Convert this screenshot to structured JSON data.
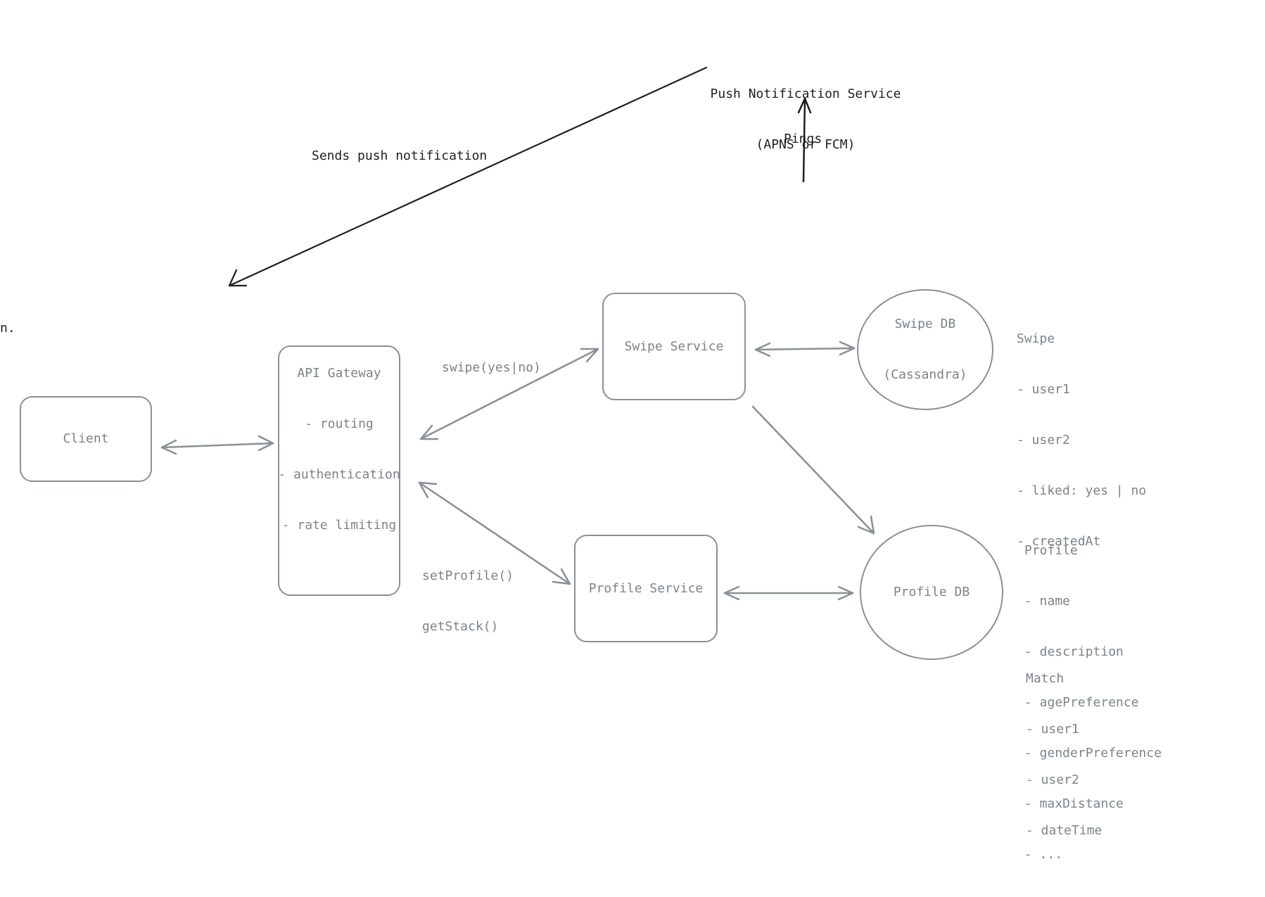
{
  "nodes": {
    "client": "Client",
    "api_gateway": {
      "title": "API Gateway",
      "lines": [
        "- routing",
        "- authentication",
        "- rate limiting"
      ]
    },
    "swipe_service": "Swipe Service",
    "profile_service": "Profile Service",
    "swipe_db": {
      "title": "Swipe DB",
      "subtitle": "(Cassandra)"
    },
    "profile_db": "Profile DB",
    "push_service": {
      "title": "Push Notification Service",
      "subtitle": "(APNS or FCM)"
    }
  },
  "edge_labels": {
    "swipe": "swipe(yes|no)",
    "profile_calls": [
      "setProfile()",
      "getStack()"
    ],
    "pings": "Pings",
    "sends_push": "Sends push notification"
  },
  "schemas": {
    "swipe": {
      "title": "Swipe",
      "fields": [
        "- user1",
        "- user2",
        "- liked: yes | no",
        "- createdAt"
      ]
    },
    "profile": {
      "title": "Profile",
      "fields": [
        "- name",
        "- description",
        "- agePreference",
        "- genderPreference",
        "- maxDistance",
        "- ..."
      ]
    },
    "match": {
      "title": "Match",
      "fields": [
        "- user1",
        "- user2",
        "- dateTime"
      ]
    }
  },
  "edge_text_fragment": "n.",
  "colors": {
    "stroke_gray": "#8a8f98",
    "text_gray": "#7d828b",
    "stroke_dark": "#1f1f1f"
  }
}
